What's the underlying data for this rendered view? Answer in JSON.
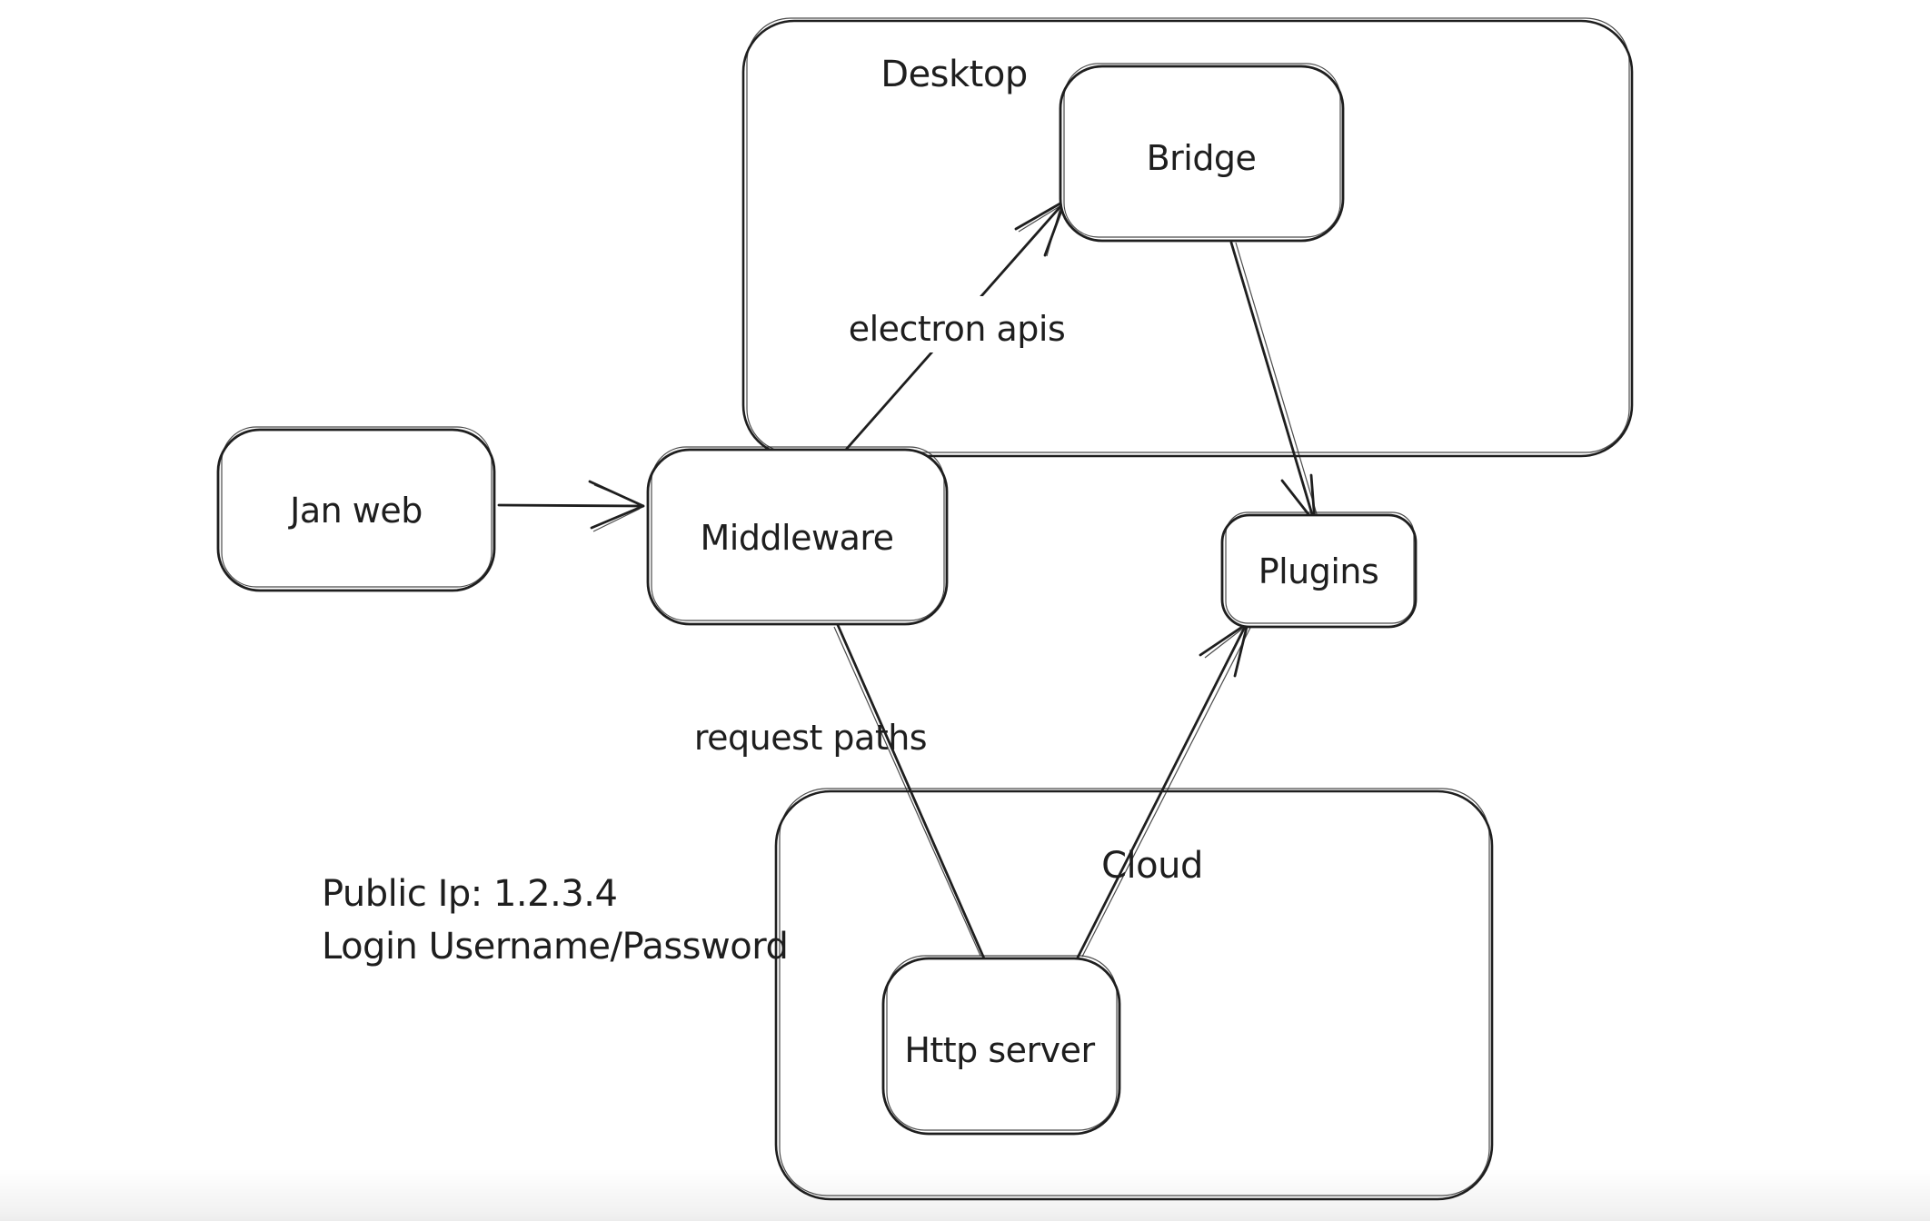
{
  "canvas": {
    "background": "#ffffff",
    "ink_color": "#1e1e1e",
    "style": "hand-drawn whiteboard diagram"
  },
  "containers": {
    "desktop": {
      "label": "Desktop"
    },
    "cloud": {
      "label": "Cloud"
    }
  },
  "nodes": {
    "jan_web": {
      "label": "Jan web"
    },
    "middleware": {
      "label": "Middleware"
    },
    "bridge": {
      "label": "Bridge"
    },
    "plugins": {
      "label": "Plugins"
    },
    "http_server": {
      "label": "Http server"
    }
  },
  "edges": {
    "jan_web_to_middleware": {
      "from": "Jan web",
      "to": "Middleware",
      "label": ""
    },
    "middleware_to_bridge": {
      "from": "Middleware",
      "to": "Bridge",
      "label": "electron apis"
    },
    "bridge_to_plugins": {
      "from": "Bridge",
      "to": "Plugins",
      "label": ""
    },
    "middleware_to_http_server": {
      "from": "Middleware",
      "to": "Http server",
      "label": "request paths"
    },
    "http_server_to_plugins": {
      "from": "Http server",
      "to": "Plugins",
      "label": ""
    }
  },
  "notes": {
    "line1": "Public Ip: 1.2.3.4",
    "line2": "Login Username/Password"
  }
}
